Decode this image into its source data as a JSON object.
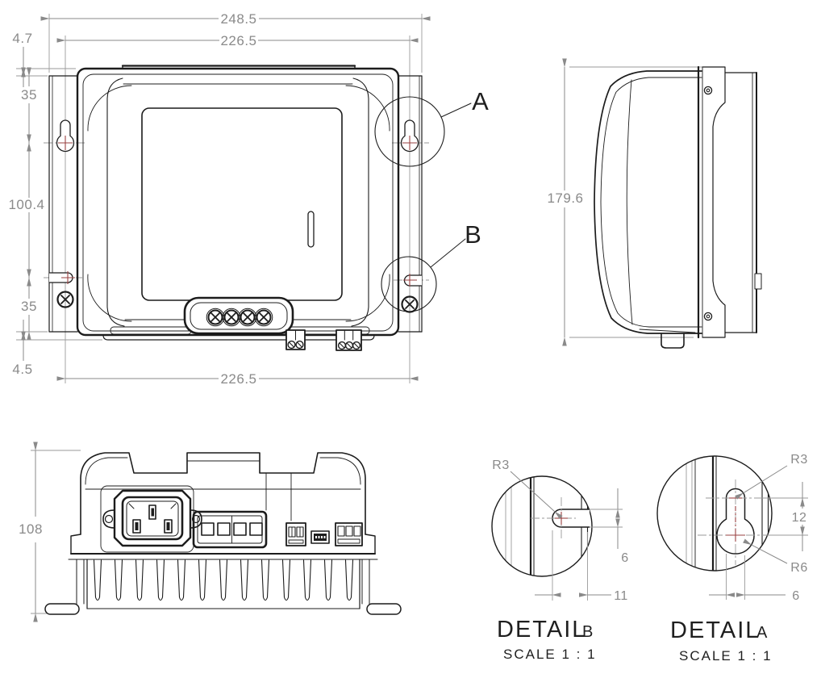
{
  "drawing": {
    "colors": {
      "outline": "#1c1c1c",
      "dimension": "#8a8a8a",
      "center_mark": "#9a4242",
      "background": "#ffffff"
    },
    "front_view": {
      "dim_overall_width": "248.5",
      "dim_mount_width_top": "226.5",
      "dim_top_offset": "4.7",
      "dim_top_to_hole": "35",
      "dim_hole_spacing": "100.4",
      "dim_hole_to_bottom": "35",
      "dim_bottom_offset": "4.5",
      "dim_mount_width_bottom": "226.5",
      "callout_a": "A",
      "callout_b": "B"
    },
    "side_view": {
      "dim_height": "179.6"
    },
    "bottom_view": {
      "dim_depth": "108"
    },
    "detail_b": {
      "title": "DETAIL",
      "letter": "B",
      "scale_note": "SCALE 1 : 1",
      "dim_radius": "R3",
      "dim_slot_width": "6",
      "dim_slot_depth": "11"
    },
    "detail_a": {
      "title": "DETAIL",
      "letter": "A",
      "scale_note": "SCALE 1 : 1",
      "dim_radius_top": "R3",
      "dim_hole_spacing": "12",
      "dim_radius_bottom": "R6",
      "dim_slot_width": "6"
    }
  }
}
